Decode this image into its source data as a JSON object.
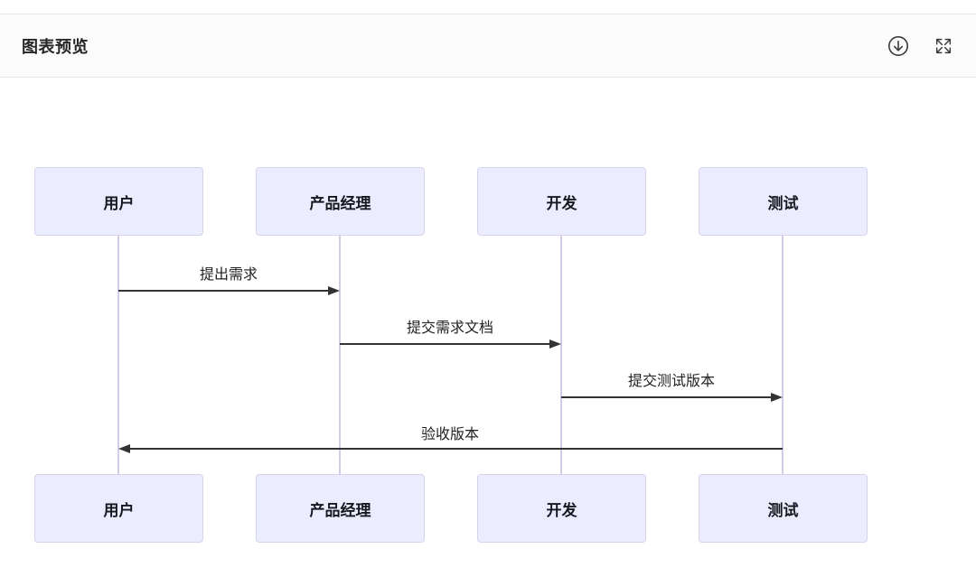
{
  "header": {
    "title": "图表预览",
    "download_icon": "download-icon",
    "fullscreen_icon": "fullscreen-icon"
  },
  "diagram": {
    "type": "sequence-diagram",
    "actors": [
      {
        "label": "用户"
      },
      {
        "label": "产品经理"
      },
      {
        "label": "开发"
      },
      {
        "label": "测试"
      }
    ],
    "messages": [
      {
        "from": "用户",
        "to": "产品经理",
        "label": "提出需求",
        "arrow": "solid-right"
      },
      {
        "from": "产品经理",
        "to": "开发",
        "label": "提交需求文档",
        "arrow": "solid-right"
      },
      {
        "from": "开发",
        "to": "测试",
        "label": "提交测试版本",
        "arrow": "solid-right"
      },
      {
        "from": "测试",
        "to": "用户",
        "label": "验收版本",
        "arrow": "solid-left"
      }
    ],
    "colors": {
      "actor_fill": "#ECECFF",
      "actor_border": "#d7d3ee",
      "lifeline": "#d4cbe9",
      "arrow": "#333333",
      "header_bg": "#fbfbfb",
      "header_border": "#e7e7e7"
    }
  }
}
